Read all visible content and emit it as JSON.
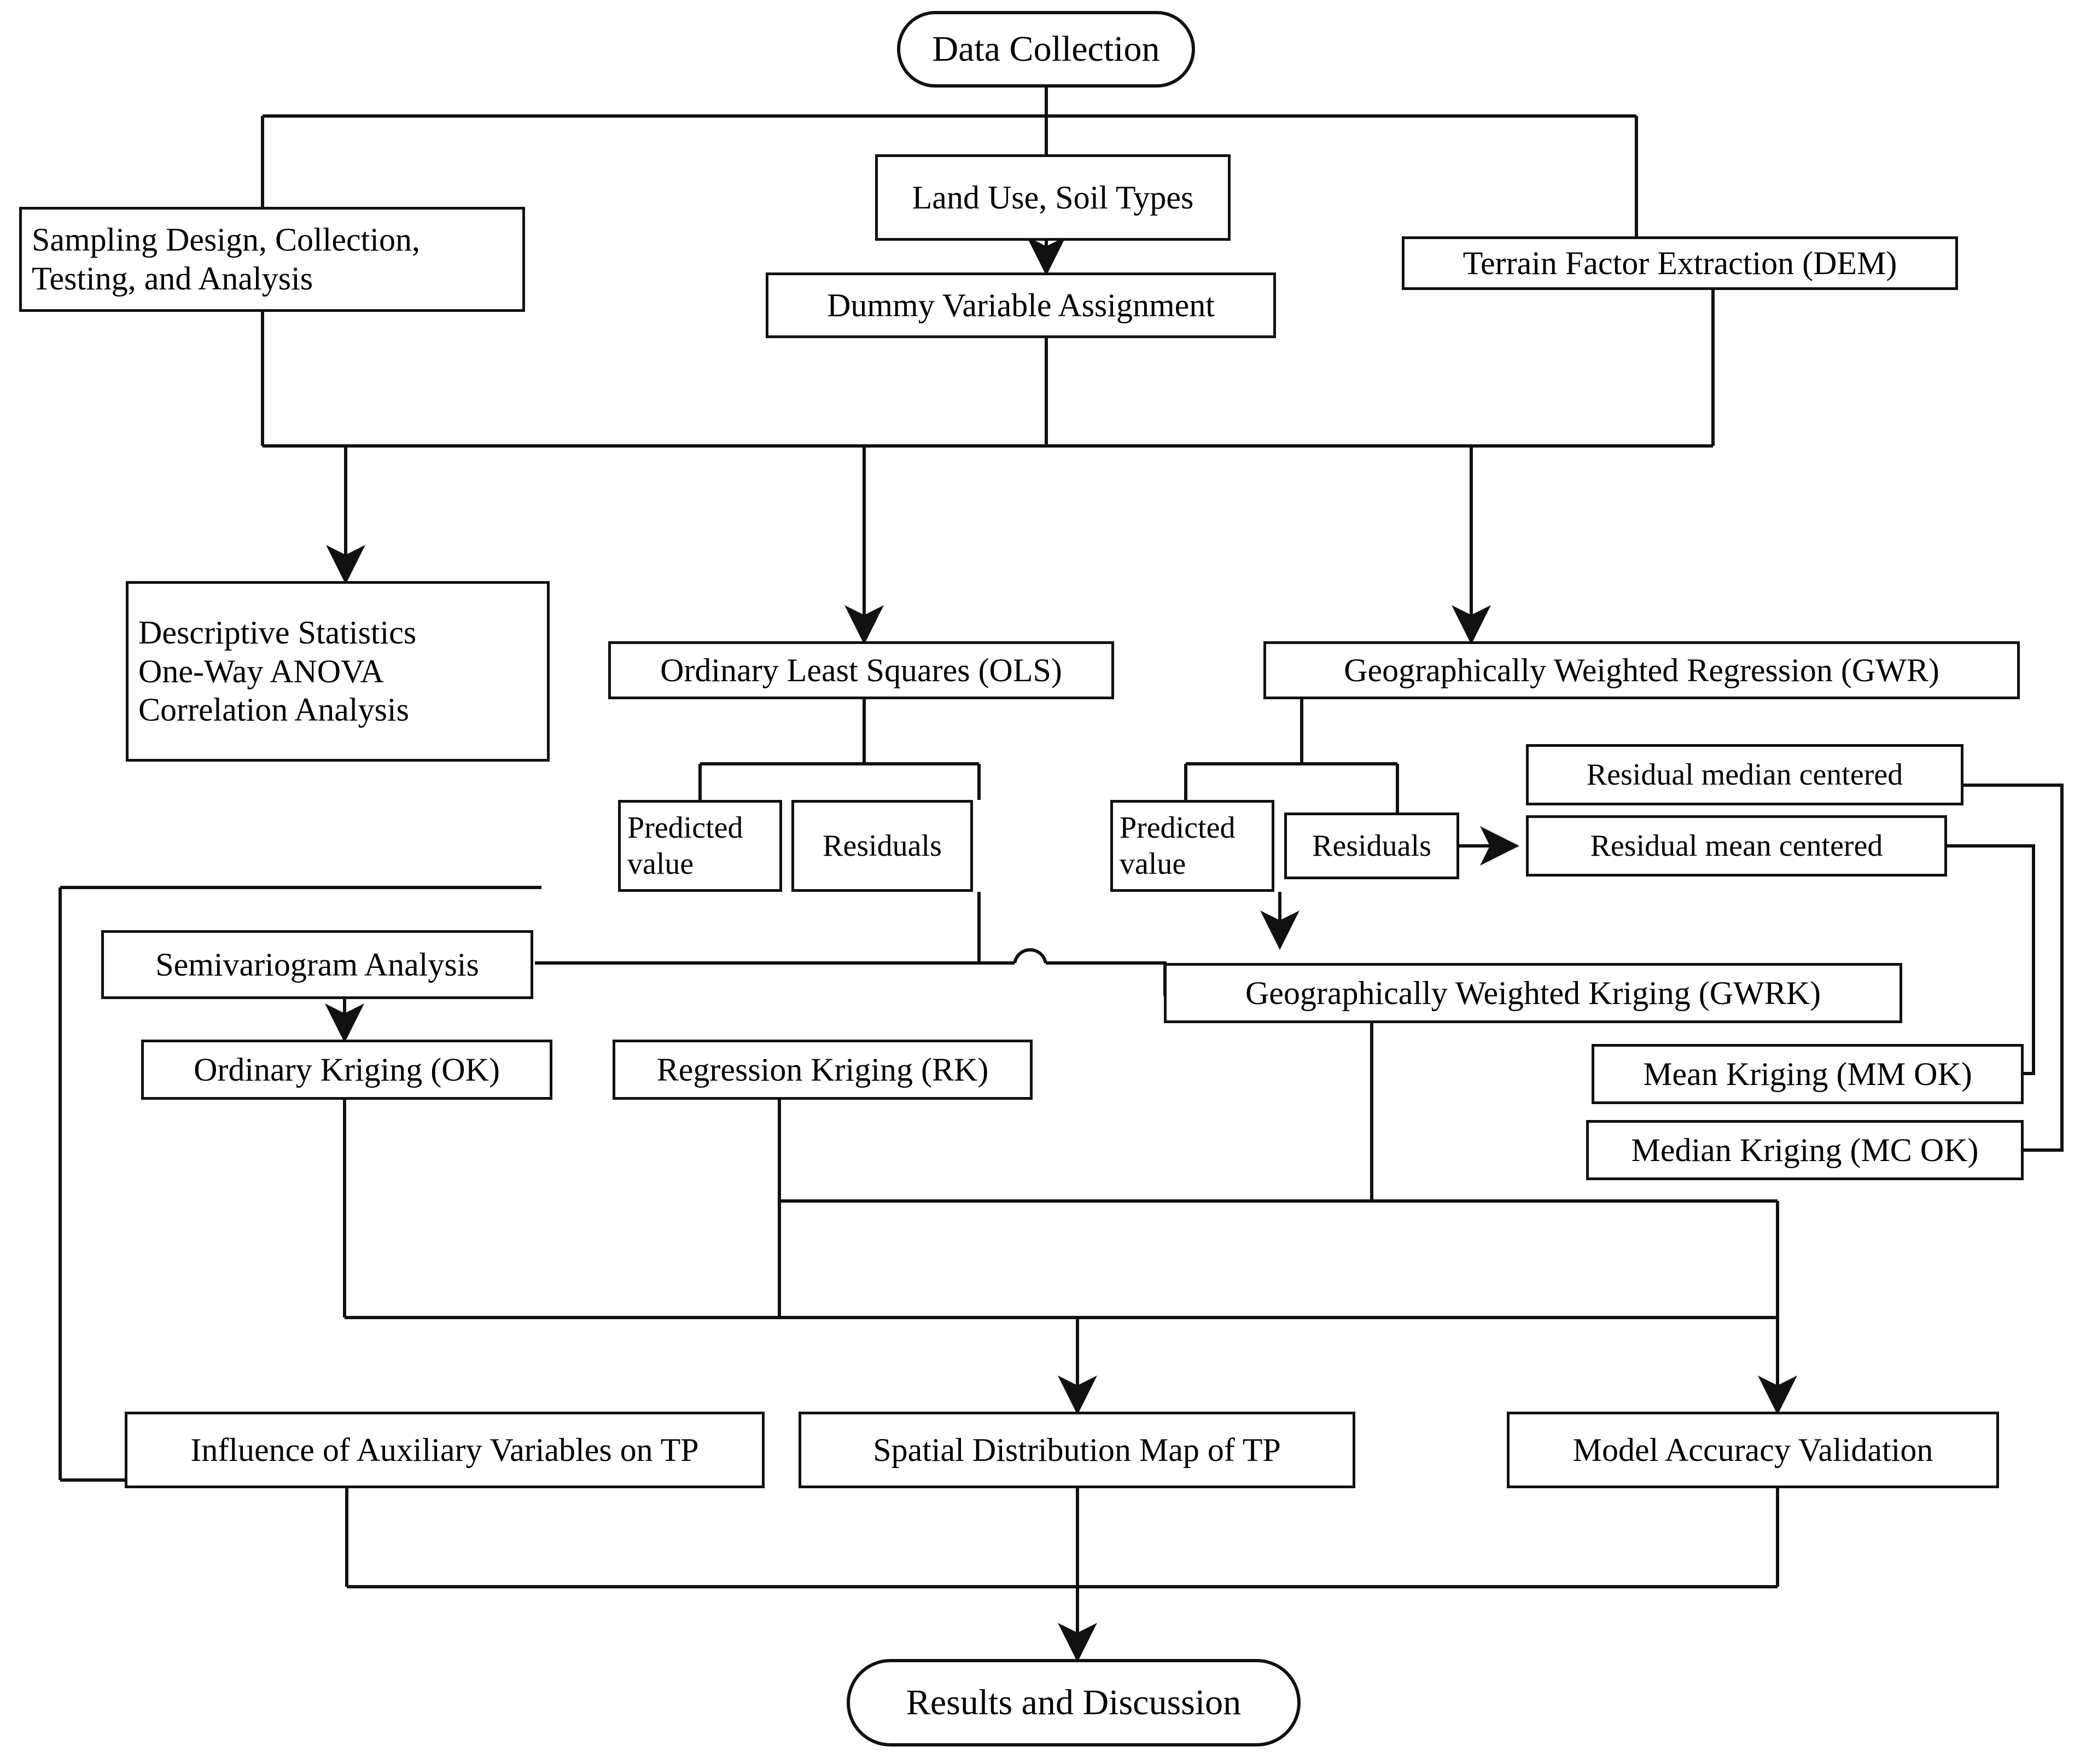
{
  "diagram": {
    "title": "Soil Total Phosphorus Spatial Prediction Methodology Flowchart",
    "background_color": "#ffffff",
    "line_color": "#111111",
    "box_fill": "#ffffff"
  },
  "nodes": {
    "data_collection": "Data Collection",
    "sampling_design": "Sampling Design, Collection,\nTesting, and Analysis",
    "land_use": "Land Use, Soil Types",
    "terrain_factor": "Terrain Factor Extraction (DEM)",
    "dummy_variable": "Dummy Variable Assignment",
    "descriptive_stats": "Descriptive Statistics\nOne-Way ANOVA\nCorrelation Analysis",
    "ols": "Ordinary Least Squares (OLS)",
    "gwr": "Geographically Weighted Regression (GWR)",
    "ols_predicted": "Predicted\nvalue",
    "ols_residuals": "Residuals",
    "gwr_predicted": "Predicted\nvalue",
    "gwr_residuals": "Residuals",
    "residual_median_centered": "Residual median centered",
    "residual_mean_centered": "Residual mean centered",
    "semivariogram": "Semivariogram Analysis",
    "ordinary_kriging": "Ordinary Kriging (OK)",
    "regression_kriging": "Regression Kriging (RK)",
    "gwrk": "Geographically Weighted Kriging (GWRK)",
    "mean_kriging": "Mean Kriging (MM OK)",
    "median_kriging": "Median Kriging (MC OK)",
    "influence_aux": "Influence of Auxiliary Variables on TP",
    "spatial_map": "Spatial Distribution Map of TP",
    "model_accuracy": "Model Accuracy Validation",
    "results": "Results and Discussion"
  }
}
